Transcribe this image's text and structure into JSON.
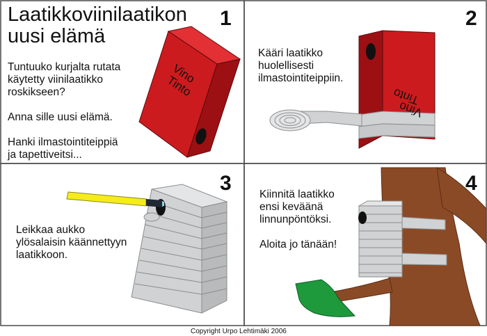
{
  "title": [
    "Laatikkoviinilaatikon",
    "uusi elämä"
  ],
  "panels": [
    {
      "number": "1",
      "text": [
        "Tuntuuko kurjalta rutata",
        "käytetty viinilaatikko",
        "roskikseen?",
        "",
        "Anna sille uusi elämä.",
        "",
        "Hanki ilmastointiteippiä",
        "ja tapettiveitsi..."
      ],
      "box_label": [
        "Vino",
        "Tinto"
      ]
    },
    {
      "number": "2",
      "text": [
        "Kääri laatikko",
        "huolellisesti",
        "ilmastointiteippiin."
      ],
      "box_label": [
        "Vino",
        "Tinto"
      ]
    },
    {
      "number": "3",
      "text": [
        "Leikkaa aukko",
        "ylösalaisin käännettyyn",
        "laatikkoon."
      ]
    },
    {
      "number": "4",
      "text": [
        "Kiinnitä laatikko",
        "ensi keväänä",
        "linnunpöntöksi.",
        "",
        "Aloita jo tänään!"
      ]
    }
  ],
  "copyright": "Copyright  Urpo Lehtimäki 2006",
  "colors": {
    "box_red": "#cc1b1e",
    "box_red_dark": "#9c1014",
    "tape_gray": "#d0d2d4",
    "tape_stroke": "#8a8c8e",
    "trunk_brown": "#8b4a26",
    "leaf_green": "#1e9a3c",
    "knife_yellow": "#f7ec1b",
    "panel_border": "#4a4a4a"
  }
}
